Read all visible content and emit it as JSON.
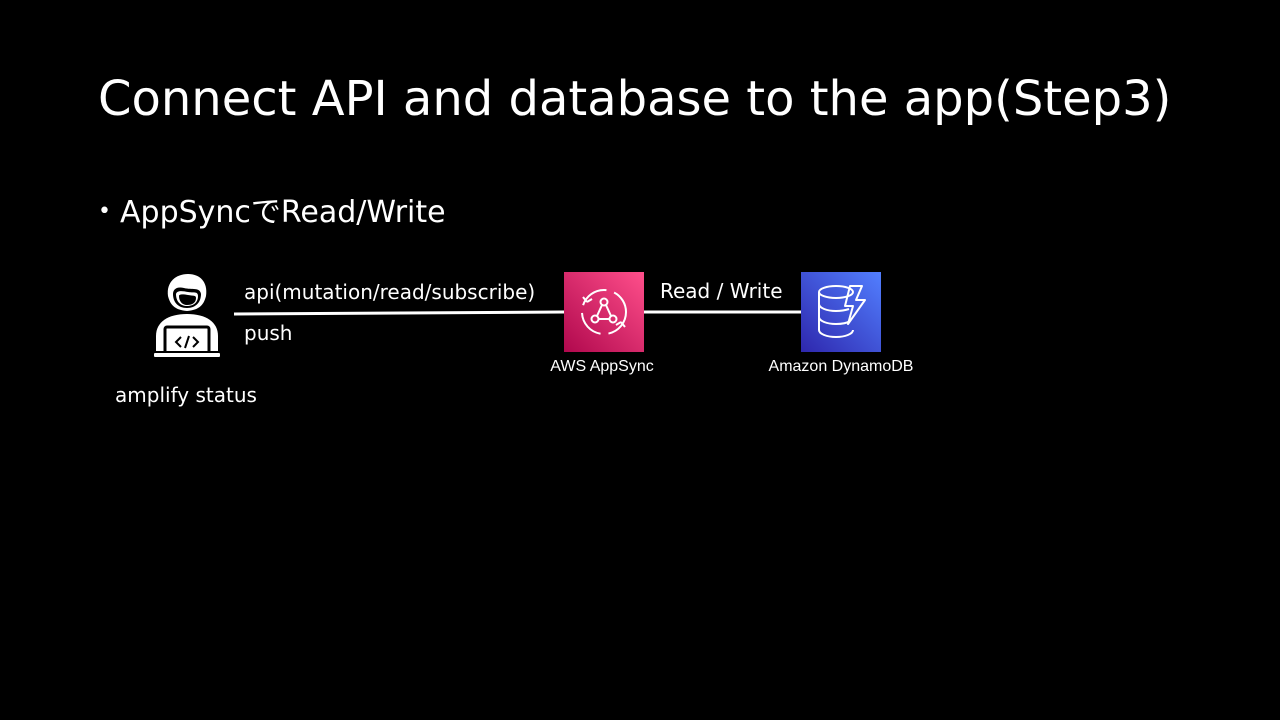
{
  "slide": {
    "title": "Connect API and database to the app(Step3)",
    "bullet": "AppSyncでRead/Write"
  },
  "diagram": {
    "user": {
      "icon": "developer-laptop-icon",
      "label": "amplify status"
    },
    "edge_user_appsync": {
      "label_top": "api(mutation/read/subscribe)",
      "label_bottom": "push"
    },
    "appsync": {
      "icon": "aws-appsync-icon",
      "label": "AWS AppSync",
      "color": "#e4246d"
    },
    "edge_appsync_dynamodb": {
      "label": "Read / Write"
    },
    "dynamodb": {
      "icon": "amazon-dynamodb-icon",
      "label": "Amazon DynamoDB",
      "color": "#3f4bd6"
    }
  },
  "colors": {
    "background": "#000000",
    "text": "#ffffff",
    "connector": "#ffffff"
  }
}
